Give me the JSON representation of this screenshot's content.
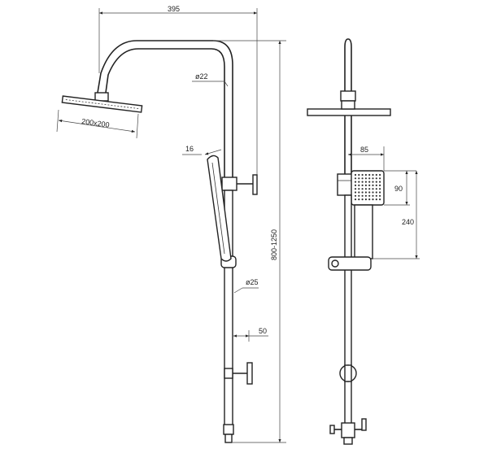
{
  "dimensions": {
    "arm_length": "395",
    "head_size": "200x200",
    "arm_diameter": "ø22",
    "handle_width": "16",
    "rail_diameter": "ø25",
    "bracket_offset": "50",
    "total_height": "800-1250",
    "hand_shower_width": "85",
    "hand_shower_head": "90",
    "hand_shower_length": "240"
  }
}
